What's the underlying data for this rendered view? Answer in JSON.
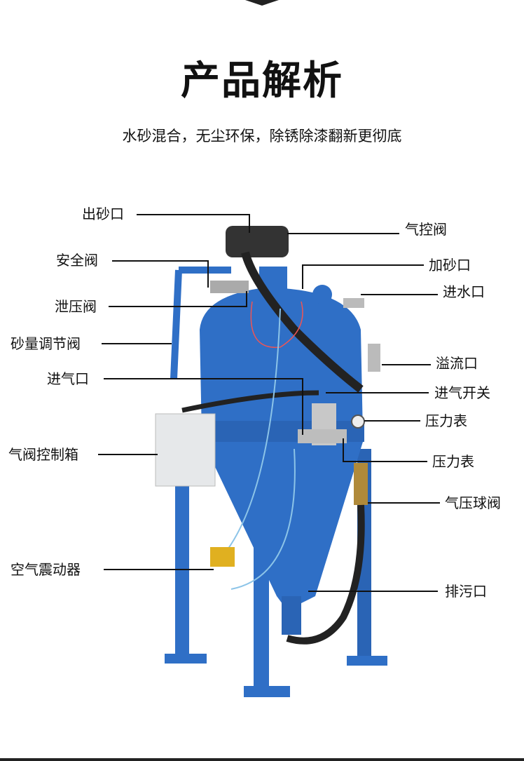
{
  "header": {
    "title": "产品解析",
    "subtitle": "水砂混合，无尘环保，除锈除漆翻新更彻底"
  },
  "colors": {
    "tank": "#2f6fc6",
    "tank_dark": "#1f4f98",
    "hose": "#222222",
    "box": "#e6e8ea"
  },
  "labels_left": [
    "出砂口",
    "安全阀",
    "泄压阀",
    "砂量调节阀",
    "进气口",
    "气阀控制箱",
    "空气震动器"
  ],
  "labels_right": [
    "气控阀",
    "加砂口",
    "进水口",
    "溢流口",
    "进气开关",
    "压力表",
    "压力表",
    "气压球阀",
    "排污口"
  ]
}
